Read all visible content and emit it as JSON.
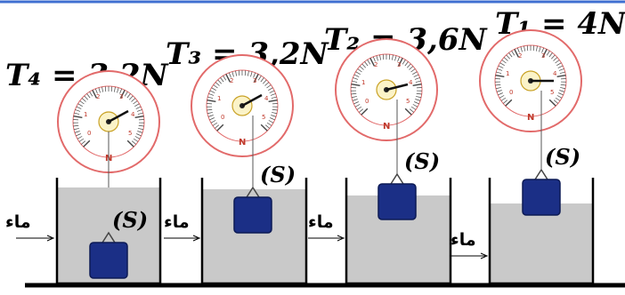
{
  "setups": [
    {
      "tension_label": "T₁ = 4N",
      "solid_label": "(S)",
      "water_label": "ماء",
      "dial_scale": [
        "0",
        "1",
        "2",
        "3",
        "4",
        "5"
      ],
      "dial_letter": "N",
      "reading_newtons": 4
    },
    {
      "tension_label": "T₂ = 3,6N",
      "solid_label": "(S)",
      "water_label": "ماء",
      "dial_scale": [
        "0",
        "1",
        "2",
        "3",
        "4",
        "5"
      ],
      "dial_letter": "N",
      "reading_newtons": 3.6
    },
    {
      "tension_label": "T₃ = 3,2N",
      "solid_label": "(S)",
      "water_label": "ماء",
      "dial_scale": [
        "0",
        "1",
        "2",
        "3",
        "4",
        "5"
      ],
      "dial_letter": "N",
      "reading_newtons": 3.2
    },
    {
      "tension_label": "T₄ = 3,2N",
      "solid_label": "(S)",
      "water_label": "ماء",
      "dial_scale": [
        "0",
        "1",
        "2",
        "3",
        "4",
        "5"
      ],
      "dial_letter": "N",
      "reading_newtons": 3.2
    }
  ],
  "colors": {
    "water": "#c9c9c9",
    "solid": "#1b2f86",
    "dial_ring": "#e26a6a",
    "frame": "#3f6fd1"
  }
}
